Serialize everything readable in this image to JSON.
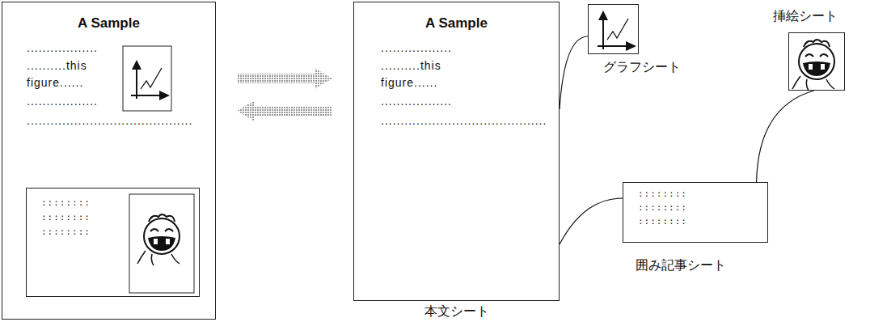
{
  "diagram": {
    "nodes": [
      {
        "text": [
          "A Sample",
          "..................",
          "..........this figure......",
          "..................",
          ".........................................."
        ]
      },
      {
        "text": [
          "::::::::",
          "::::::::",
          "::::::::"
        ],
        "in": 0
      },
      {
        "text": [
          "A Sample",
          "..................",
          "..........this figure......",
          "..................",
          "..........................................",
          "本文シート"
        ]
      },
      {
        "text": [
          "グラフシート"
        ]
      },
      {
        "text": [
          "挿絵シート"
        ]
      },
      {
        "text": [
          "::::::::",
          "::::::::",
          "::::::::",
          "囲み記事シート"
        ]
      }
    ],
    "edges": [
      {
        "from": 0,
        "to": 2,
        "arrow": "to"
      },
      {
        "from": 2,
        "to": 0,
        "arrow": "to"
      },
      {
        "from": 2,
        "to": 3,
        "arrow": "none"
      },
      {
        "from": 2,
        "to": 5,
        "arrow": "none"
      },
      {
        "from": 5,
        "to": 4,
        "arrow": "none"
      }
    ]
  }
}
